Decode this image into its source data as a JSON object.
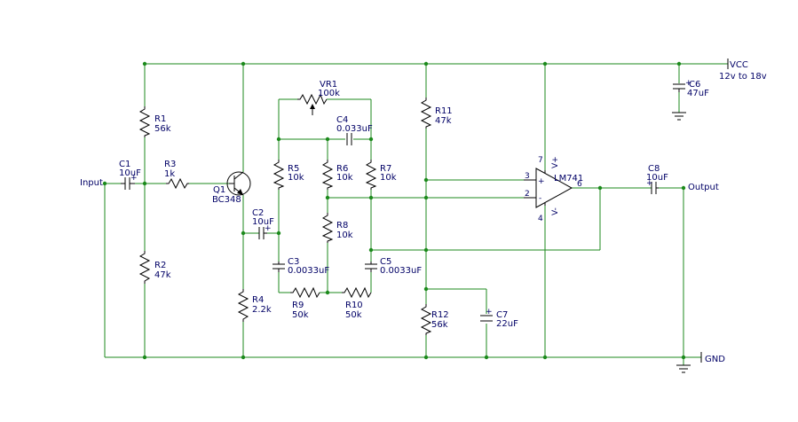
{
  "nets": {
    "vcc": "VCC",
    "vcc_range": "12v to 18v",
    "gnd": "GND",
    "input": "Input",
    "output": "Output"
  },
  "components": {
    "r1": {
      "name": "R1",
      "value": "56k"
    },
    "r2": {
      "name": "R2",
      "value": "47k"
    },
    "r3": {
      "name": "R3",
      "value": "1k"
    },
    "r4": {
      "name": "R4",
      "value": "2.2k"
    },
    "r5": {
      "name": "R5",
      "value": "10k"
    },
    "r6": {
      "name": "R6",
      "value": "10k"
    },
    "r7": {
      "name": "R7",
      "value": "10k"
    },
    "r8": {
      "name": "R8",
      "value": "10k"
    },
    "r9": {
      "name": "R9",
      "value": "50k"
    },
    "r10": {
      "name": "R10",
      "value": "50k"
    },
    "r11": {
      "name": "R11",
      "value": "47k"
    },
    "r12": {
      "name": "R12",
      "value": "56k"
    },
    "vr1": {
      "name": "VR1",
      "value": "100k"
    },
    "c1": {
      "name": "C1",
      "value": "10uF"
    },
    "c2": {
      "name": "C2",
      "value": "10uF"
    },
    "c3": {
      "name": "C3",
      "value": "0.0033uF"
    },
    "c4": {
      "name": "C4",
      "value": "0.033uF"
    },
    "c5": {
      "name": "C5",
      "value": "0.0033uF"
    },
    "c6": {
      "name": "C6",
      "value": "47uF"
    },
    "c7": {
      "name": "C7",
      "value": "22uF"
    },
    "c8": {
      "name": "C8",
      "value": "10uF"
    },
    "q1": {
      "name": "Q1",
      "value": "BC348"
    },
    "u1": {
      "name": "LM741"
    }
  },
  "opamp_pins": {
    "p2": "2",
    "p3": "3",
    "p4": "4",
    "p6": "6",
    "p7": "7",
    "vplus": "V+",
    "vminus": "V-"
  },
  "signs": {
    "plus": "+",
    "minus": "-"
  }
}
